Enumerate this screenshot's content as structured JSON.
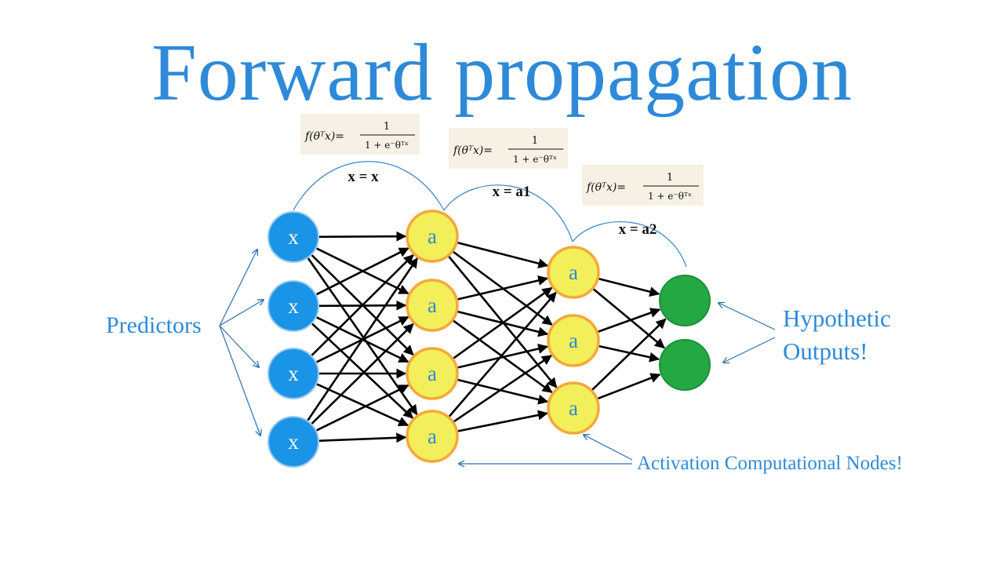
{
  "title": "Forward propagation",
  "colors": {
    "title": "#2e8ad8",
    "input_node": "#1a94e6",
    "hidden_node": "#f3ef5a",
    "hidden_ring": "#f4a83a",
    "output_node": "#23a844",
    "label": "#2e8ad8"
  },
  "labels": {
    "predictors": "Predictors",
    "hypothetic_line1": "Hypothetic",
    "hypothetic_line2": "Outputs!",
    "activation": "Activation Computational Nodes!"
  },
  "arc_labels": [
    "x = x",
    "x = a1",
    "x = a2"
  ],
  "formula": {
    "lhs": "f(θᵀx)=",
    "numerator": "1",
    "denominator": "1 + e⁻θᵀˣ"
  },
  "layers": [
    {
      "name": "input",
      "node_label": "x",
      "count": 4
    },
    {
      "name": "hidden-1",
      "node_label": "a",
      "count": 4
    },
    {
      "name": "hidden-2",
      "node_label": "a",
      "count": 3
    },
    {
      "name": "output",
      "node_label": "",
      "count": 2
    }
  ]
}
